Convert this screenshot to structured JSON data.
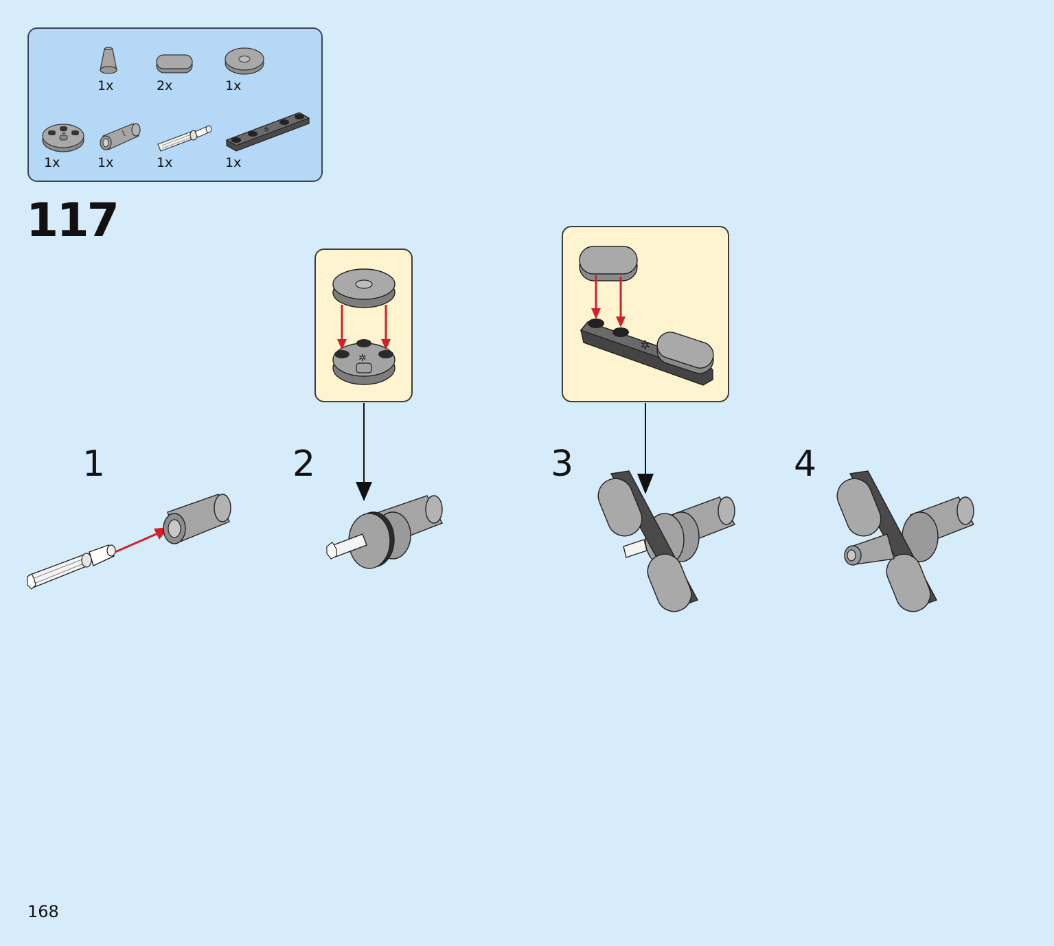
{
  "colors": {
    "background": "#d6ecfb",
    "parts_box": "#b4d8f5",
    "callout": "#fef4cf",
    "light_gray": "#a5a5a5",
    "dark_gray": "#5e5e5e",
    "arrow_red": "#d1212a"
  },
  "parts_list": {
    "items": [
      {
        "icon": "cone-icon",
        "qty": "1x"
      },
      {
        "icon": "tile-oval-icon",
        "qty": "2x"
      },
      {
        "icon": "round-tile-hole-icon",
        "qty": "1x"
      },
      {
        "icon": "round-plate-icon",
        "qty": "1x"
      },
      {
        "icon": "pin-connector-icon",
        "qty": "1x"
      },
      {
        "icon": "axle-pin-icon",
        "qty": "1x"
      },
      {
        "icon": "plate-1x5-icon",
        "qty": "1x"
      }
    ]
  },
  "step": {
    "number": "117",
    "substeps": [
      "1",
      "2",
      "3",
      "4"
    ]
  },
  "page": {
    "number": "168"
  }
}
